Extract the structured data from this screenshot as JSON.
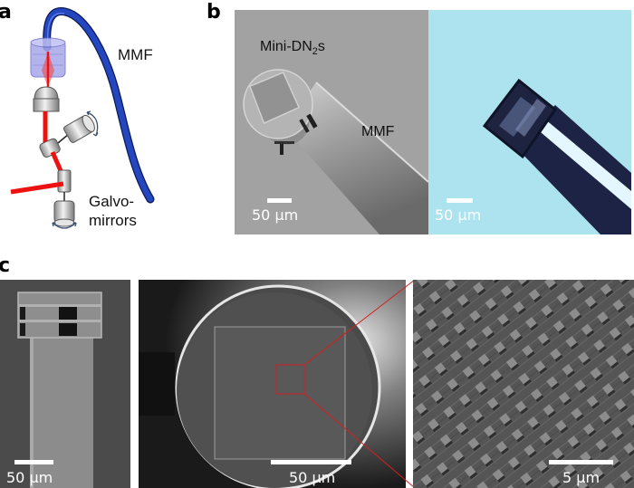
{
  "figure": {
    "panels": [
      {
        "id": "a",
        "label": "a"
      },
      {
        "id": "b",
        "label": "b"
      },
      {
        "id": "c",
        "label": "c"
      }
    ]
  },
  "panel_a": {
    "label": "a",
    "fiber_label": "MMF",
    "galvo_label_line1": "Galvo-",
    "galvo_label_line2": "mirrors",
    "colors": {
      "fiber": "#1f3fb0",
      "beam": "#ee1111",
      "coupler": "#9a9ae0"
    }
  },
  "panel_b": {
    "label": "b",
    "sem": {
      "device_label_main": "Mini-DN",
      "device_label_sub": "2",
      "device_label_end": "s",
      "fiber_label": "MMF",
      "scale_text": "50 µm"
    },
    "optical": {
      "scale_text": "50 µm",
      "background": "#aee3f0"
    }
  },
  "panel_c": {
    "label": "c",
    "side_view": {
      "scale_text": "50 µm"
    },
    "top_view": {
      "scale_text": "50 µm",
      "zoom_box_color": "#d42020"
    },
    "closeup": {
      "scale_text": "5 µm"
    }
  }
}
